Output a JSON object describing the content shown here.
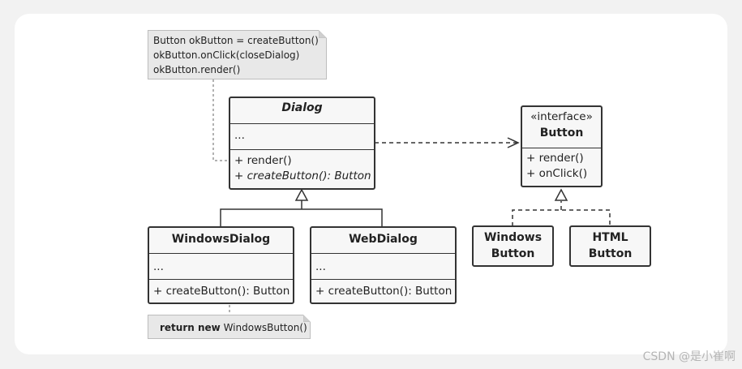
{
  "note_top": {
    "lines": [
      "Button okButton = createButton()",
      "okButton.onClick(closeDialog)",
      "okButton.render()"
    ]
  },
  "dialog": {
    "name": "Dialog",
    "fields": "...",
    "methods": [
      "+ render()",
      "+ createButton(): Button"
    ]
  },
  "windows_dialog": {
    "name": "WindowsDialog",
    "fields": "...",
    "methods": [
      "+ createButton(): Button"
    ]
  },
  "web_dialog": {
    "name": "WebDialog",
    "fields": "...",
    "methods": [
      "+ createButton(): Button"
    ]
  },
  "note_bottom": {
    "keyword": "return new",
    "rest": " WindowsButton()"
  },
  "button_interface": {
    "stereotype": "«interface»",
    "name": "Button",
    "methods": [
      "+ render()",
      "+ onClick()"
    ]
  },
  "windows_button": {
    "line1": "Windows",
    "line2": "Button"
  },
  "html_button": {
    "line1": "HTML",
    "line2": "Button"
  },
  "watermark": "CSDN @是小崔啊"
}
